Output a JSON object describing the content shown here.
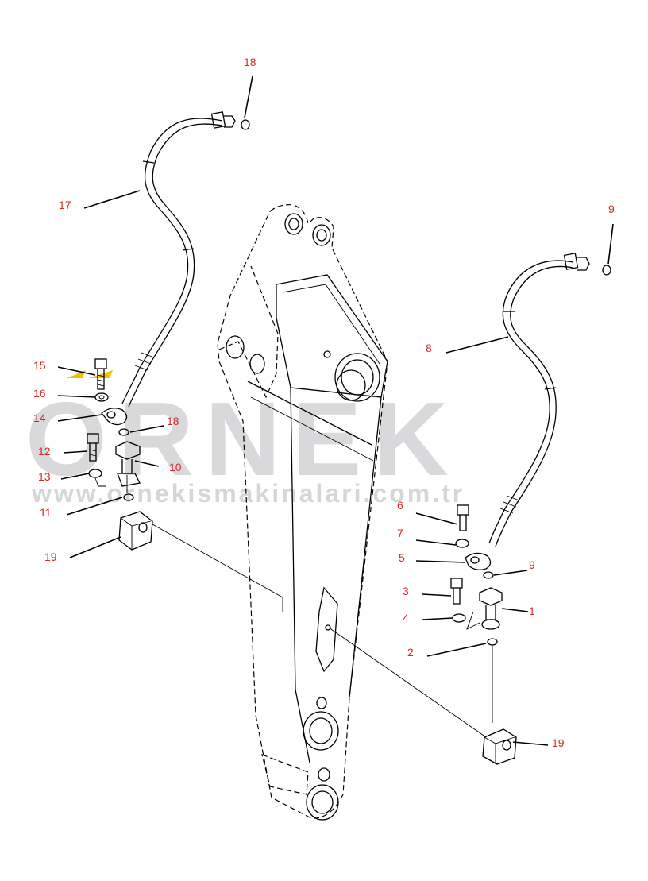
{
  "watermark": {
    "brand": "ORNEK",
    "url": "www.ornekismakinalari.com.tr"
  },
  "callouts": {
    "c1": "1",
    "c2": "2",
    "c3": "3",
    "c4": "4",
    "c5": "5",
    "c6": "6",
    "c7": "7",
    "c8": "8",
    "c9a": "9",
    "c9b": "9",
    "c10": "10",
    "c11": "11",
    "c12": "12",
    "c13": "13",
    "c14": "14",
    "c15": "15",
    "c16": "16",
    "c17": "17",
    "c18a": "18",
    "c18b": "18",
    "c19a": "19",
    "c19b": "19"
  },
  "colors": {
    "callout": "#d42a2a",
    "linework": "#000000",
    "watermark": "#d9d9db",
    "logo_accent": "#f2c200"
  }
}
